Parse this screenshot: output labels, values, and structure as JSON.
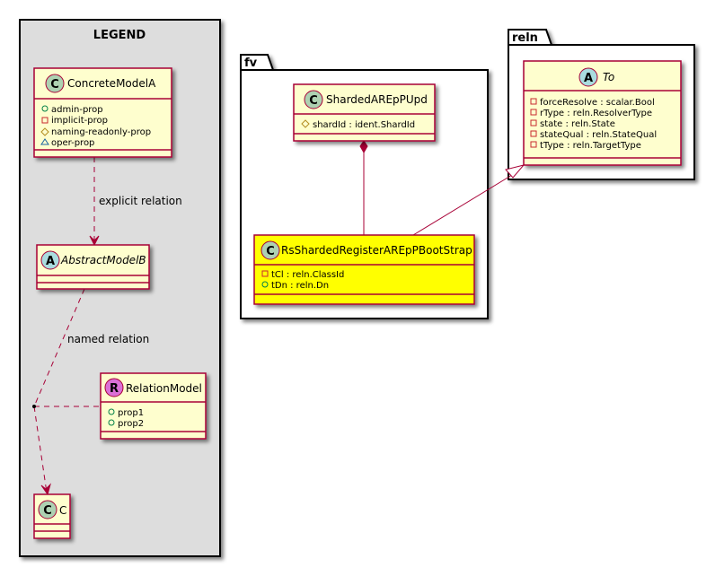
{
  "colors": {
    "class_fill": "#FEFECE",
    "class_border": "#A80036",
    "highlight_fill": "#FFFF00",
    "legend_fill": "#DDDDDD",
    "stereo_class": "#ADD1B2",
    "stereo_abstract": "#A9DCDF",
    "stereo_relation": "#DA70D6",
    "vis_public": "#038048",
    "vis_private": "#C82930",
    "vis_protected": "#B38D22",
    "vis_package": "#1963A0"
  },
  "legend": {
    "title": "LEGEND",
    "concrete": {
      "stereotype": "C",
      "name": "ConcreteModelA",
      "attributes": [
        {
          "visibility": "public",
          "text": "admin-prop"
        },
        {
          "visibility": "private",
          "text": "implicit-prop"
        },
        {
          "visibility": "protected",
          "text": "naming-readonly-prop"
        },
        {
          "visibility": "package",
          "text": "oper-prop"
        }
      ]
    },
    "abstract": {
      "stereotype": "A",
      "name": "AbstractModelB"
    },
    "relation_model": {
      "stereotype": "R",
      "name": "RelationModel",
      "attributes": [
        {
          "visibility": "public",
          "text": "prop1"
        },
        {
          "visibility": "public",
          "text": "prop2"
        }
      ]
    },
    "c_class": {
      "stereotype": "C",
      "name": "C"
    },
    "explicit_relation_label": "explicit relation",
    "named_relation_label": "named relation"
  },
  "packages": {
    "fv": {
      "title": "fv",
      "sharded": {
        "stereotype": "C",
        "name": "ShardedAREpPUpd",
        "attributes": [
          {
            "visibility": "protected",
            "text": "shardId : ident.ShardId"
          }
        ]
      },
      "bootstrap": {
        "stereotype": "C",
        "name": "RsShardedRegisterAREpPBootStrap",
        "attributes": [
          {
            "visibility": "private",
            "text": "tCl : reln.ClassId"
          },
          {
            "visibility": "public",
            "text": "tDn : reln.Dn"
          }
        ]
      }
    },
    "reln": {
      "title": "reln",
      "to": {
        "stereotype": "A",
        "name": "To",
        "attributes": [
          {
            "visibility": "private",
            "text": "forceResolve : scalar.Bool"
          },
          {
            "visibility": "private",
            "text": "rType : reln.ResolverType"
          },
          {
            "visibility": "private",
            "text": "state : reln.State"
          },
          {
            "visibility": "private",
            "text": "stateQual : reln.StateQual"
          },
          {
            "visibility": "private",
            "text": "tType : reln.TargetType"
          }
        ]
      }
    }
  }
}
